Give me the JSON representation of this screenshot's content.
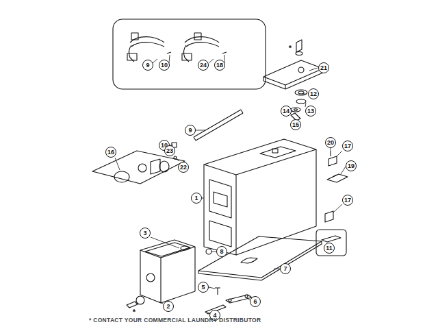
{
  "diagram": {
    "caption": "* CONTACT YOUR COMMERCIAL LAUNDRY DISTRIBUTOR",
    "labels": [
      "9",
      "10",
      "24",
      "18",
      "*",
      "21",
      "12",
      "13",
      "14",
      "15",
      "9",
      "10",
      "16",
      "23",
      "22",
      "20",
      "17",
      "19",
      "1",
      "17",
      "11",
      "3",
      "8",
      "7",
      "5",
      "6",
      "2",
      "4",
      "*"
    ]
  }
}
